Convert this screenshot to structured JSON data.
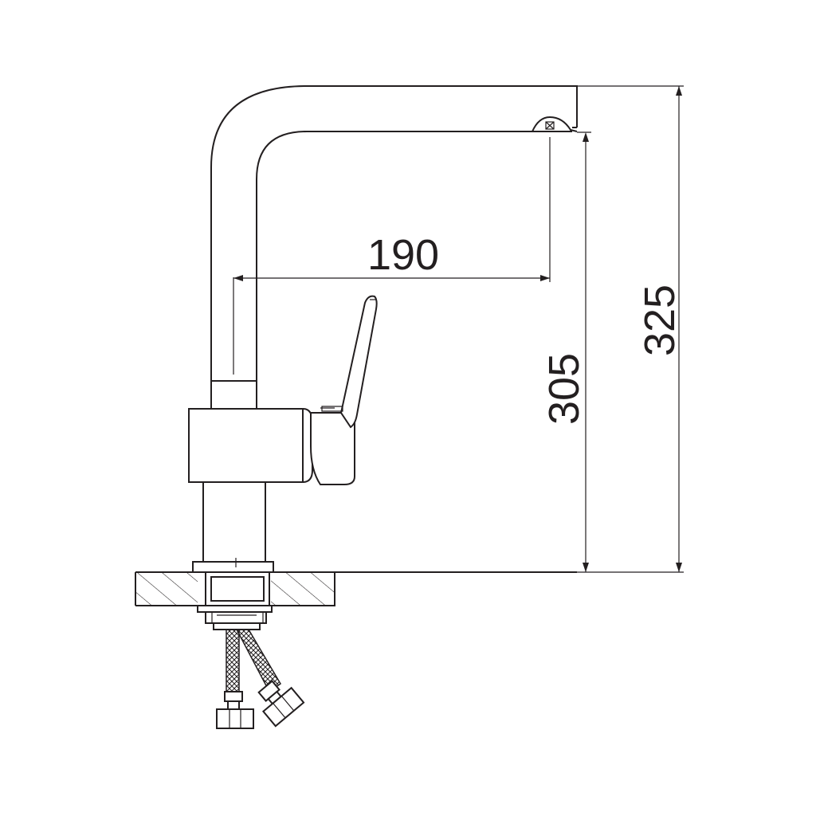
{
  "dimensions": {
    "spout_reach": "190",
    "outlet_height": "305",
    "total_height": "325"
  },
  "colors": {
    "line": "#231f20",
    "background": "#ffffff"
  }
}
